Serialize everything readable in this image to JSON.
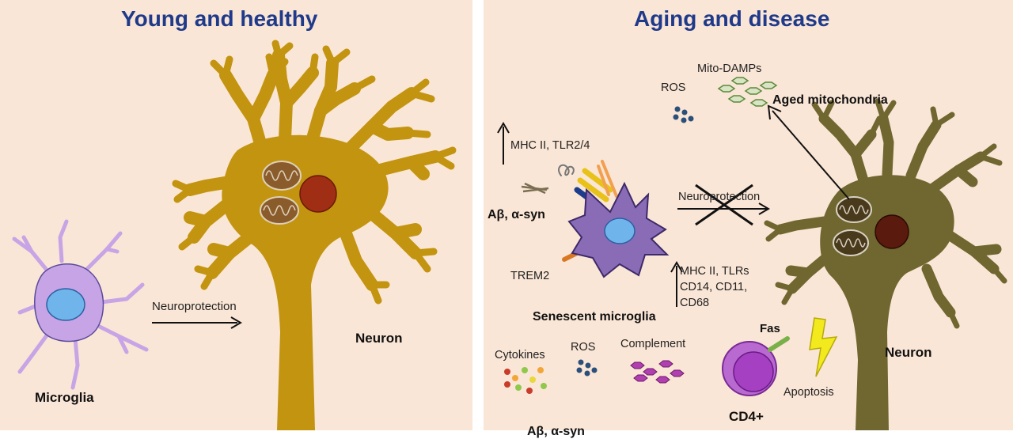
{
  "left_panel": {
    "title": "Young and healthy",
    "microglia_label": "Microglia",
    "arrow_label": "Neuroprotection",
    "neuron_label": "Neuron"
  },
  "right_panel": {
    "title": "Aging and disease",
    "mito_damps": "Mito-DAMPs",
    "ros_top": "ROS",
    "aged_mitochondria": "Aged mitochondria",
    "mhc_top": "MHC II, TLR2/4",
    "abeta_top": "Aβ, α-syn",
    "trem2": "TREM2",
    "neuroprotection_crossed": "Neuroprotection",
    "markers": [
      "MHC II, TLRs",
      "CD14, CD11,",
      "CD68"
    ],
    "senescent_microglia": "Senescent microglia",
    "cytokines": "Cytokines",
    "ros_bottom": "ROS",
    "complement": "Complement",
    "fas": "Fas",
    "apoptosis": "Apoptosis",
    "cd4": "CD4+",
    "neuron_label": "Neuron",
    "abeta_bottom": "Aβ, α-syn"
  },
  "colors": {
    "background": "#fae6d6",
    "title": "#1f3a8a",
    "young_neuron": "#c3940f",
    "aged_neuron": "#6f6630",
    "microglia_young": "#c7a4e6",
    "microglia_senescent": "#8a6cb6",
    "nucleus": "#6fb5ec",
    "neuron_nucleus_young": "#a02e14",
    "neuron_nucleus_aged": "#5a1a0e",
    "cd4_cell": "#a640c2",
    "lightning": "#f2ea1d"
  }
}
